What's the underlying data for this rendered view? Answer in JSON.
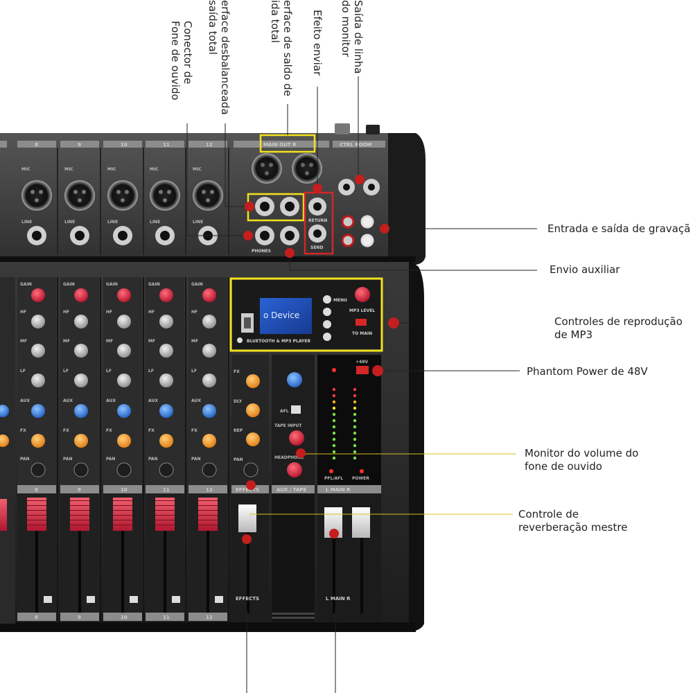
{
  "callouts": {
    "top": [
      {
        "id": "headphone-jack",
        "lines": [
          "Conector de",
          "Fone de ouvido"
        ]
      },
      {
        "id": "unbalanced-out",
        "lines": [
          "erface desbalanceada",
          "saída total"
        ]
      },
      {
        "id": "main-out",
        "lines": [
          "erface de saldo de",
          "ida total"
        ]
      },
      {
        "id": "effect-send",
        "lines": [
          "Efeito enviar"
        ]
      },
      {
        "id": "monitor-out",
        "lines": [
          "Saída de linha",
          "do monitor"
        ]
      }
    ],
    "right": [
      {
        "id": "record-io",
        "lines": [
          "Entrada e saída de gravaçã"
        ]
      },
      {
        "id": "aux-send",
        "lines": [
          "Envio auxiliar"
        ]
      },
      {
        "id": "mp3-controls",
        "lines": [
          "Controles de reprodução",
          "de MP3"
        ]
      },
      {
        "id": "phantom",
        "lines": [
          "Phantom Power de 48V"
        ]
      },
      {
        "id": "headphone-volume",
        "lines": [
          "Monitor do volume do",
          "fone de ouvido"
        ]
      },
      {
        "id": "reverb",
        "lines": [
          "Controle de",
          "reverberação mestre"
        ]
      }
    ]
  },
  "mixer": {
    "channels": [
      "8",
      "9",
      "10",
      "11",
      "12"
    ],
    "main_out_label": "MAIN OUT  R",
    "ctrl_room_label": "CTRL ROOM",
    "lcd_text": "o Device",
    "bt_label": "BLUETOOTH & MP3 PLAYER",
    "mp3_level": "MP3 LEVEL",
    "menu_label": "MENU",
    "effects_label": "EFFECTS",
    "aux_tape_label": "AUX / TAPE",
    "main_label": "L   MAIN   R",
    "phones_label": "PHONES",
    "return_label": "RETURN",
    "send_label": "SEND",
    "phantom_label": "+48V",
    "pfl_label": "PFL/AFL",
    "power_label": "POWER",
    "tape_input": "TAPE INPUT",
    "headphone": "HEADPHONE",
    "gain": "GAIN",
    "mic": "MIC",
    "line": "LINE",
    "pan": "PAN",
    "aux": "AUX",
    "fx": "FX",
    "dly": "DLY",
    "rep": "REP",
    "hf": "HF",
    "mf": "MF",
    "lf": "LF",
    "afl": "AFL",
    "to_main": "TO MAIN"
  }
}
